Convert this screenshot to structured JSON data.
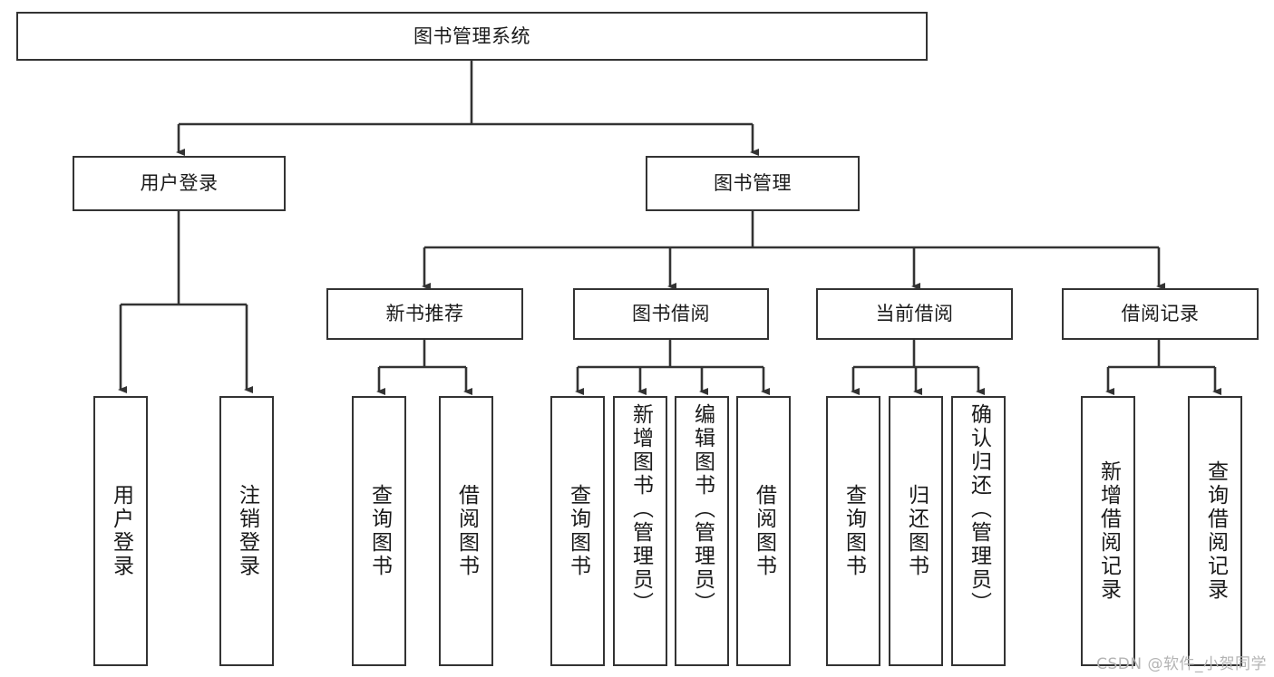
{
  "diagram": {
    "title": "图书管理系统",
    "type": "tree",
    "watermark": "CSDN @软件_小贺同学",
    "colors": {
      "box_border": "#333333",
      "box_fill": "#ffffff",
      "connector": "#333333",
      "text": "#1a1a1a",
      "watermark": "#b4b4b4"
    },
    "levels": {
      "root": {
        "label": "图书管理系统"
      },
      "level2": [
        {
          "label": "用户登录"
        },
        {
          "label": "图书管理"
        }
      ],
      "level3": [
        {
          "label": "新书推荐"
        },
        {
          "label": "图书借阅"
        },
        {
          "label": "当前借阅"
        },
        {
          "label": "借阅记录"
        }
      ],
      "leaves": {
        "user_login": [
          {
            "label": "用户登录"
          },
          {
            "label": "注销登录"
          }
        ],
        "new_book": [
          {
            "label": "查询图书"
          },
          {
            "label": "借阅图书"
          }
        ],
        "book_borrow": [
          {
            "label": "查询图书"
          },
          {
            "label": "新增图书（管理员）"
          },
          {
            "label": "编辑图书（管理员）"
          },
          {
            "label": "借阅图书"
          }
        ],
        "current_borrow": [
          {
            "label": "查询图书"
          },
          {
            "label": "归还图书"
          },
          {
            "label": "确认归还（管理员）"
          }
        ],
        "borrow_record": [
          {
            "label": "新增借阅记录"
          },
          {
            "label": "查询借阅记录"
          }
        ]
      }
    }
  }
}
